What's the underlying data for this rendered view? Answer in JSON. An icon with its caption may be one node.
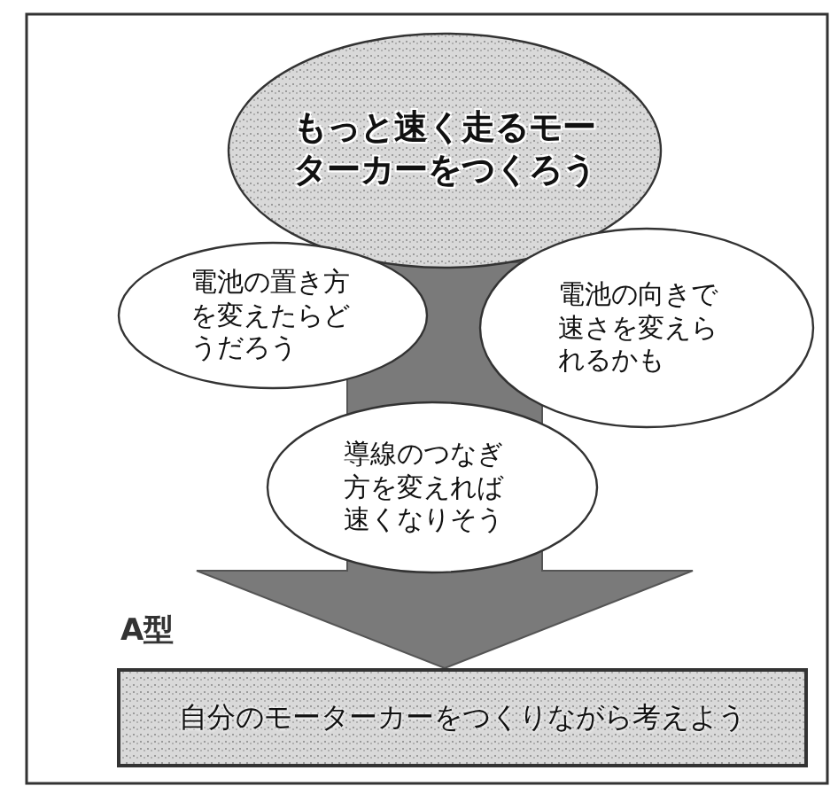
{
  "diagram": {
    "nodes": [
      {
        "text": [
          "もっと速く走るモーターカーをつくろう"
        ]
      },
      {
        "text": [
          "電池の置き方を変えたらどうだろう"
        ]
      },
      {
        "text": [
          "電池の向きで速さを変えられるかも"
        ]
      },
      {
        "text": [
          "導線のつなぎ方を変えれば速くなりそう"
        ]
      },
      {
        "text": [
          "自分のモーターカーをつくりながら考えよう"
        ],
        "beside": [
          "A型"
        ]
      }
    ],
    "edges": [
      {
        "from": 0,
        "to": 4,
        "arrow": "to",
        "style": "thick"
      }
    ]
  }
}
